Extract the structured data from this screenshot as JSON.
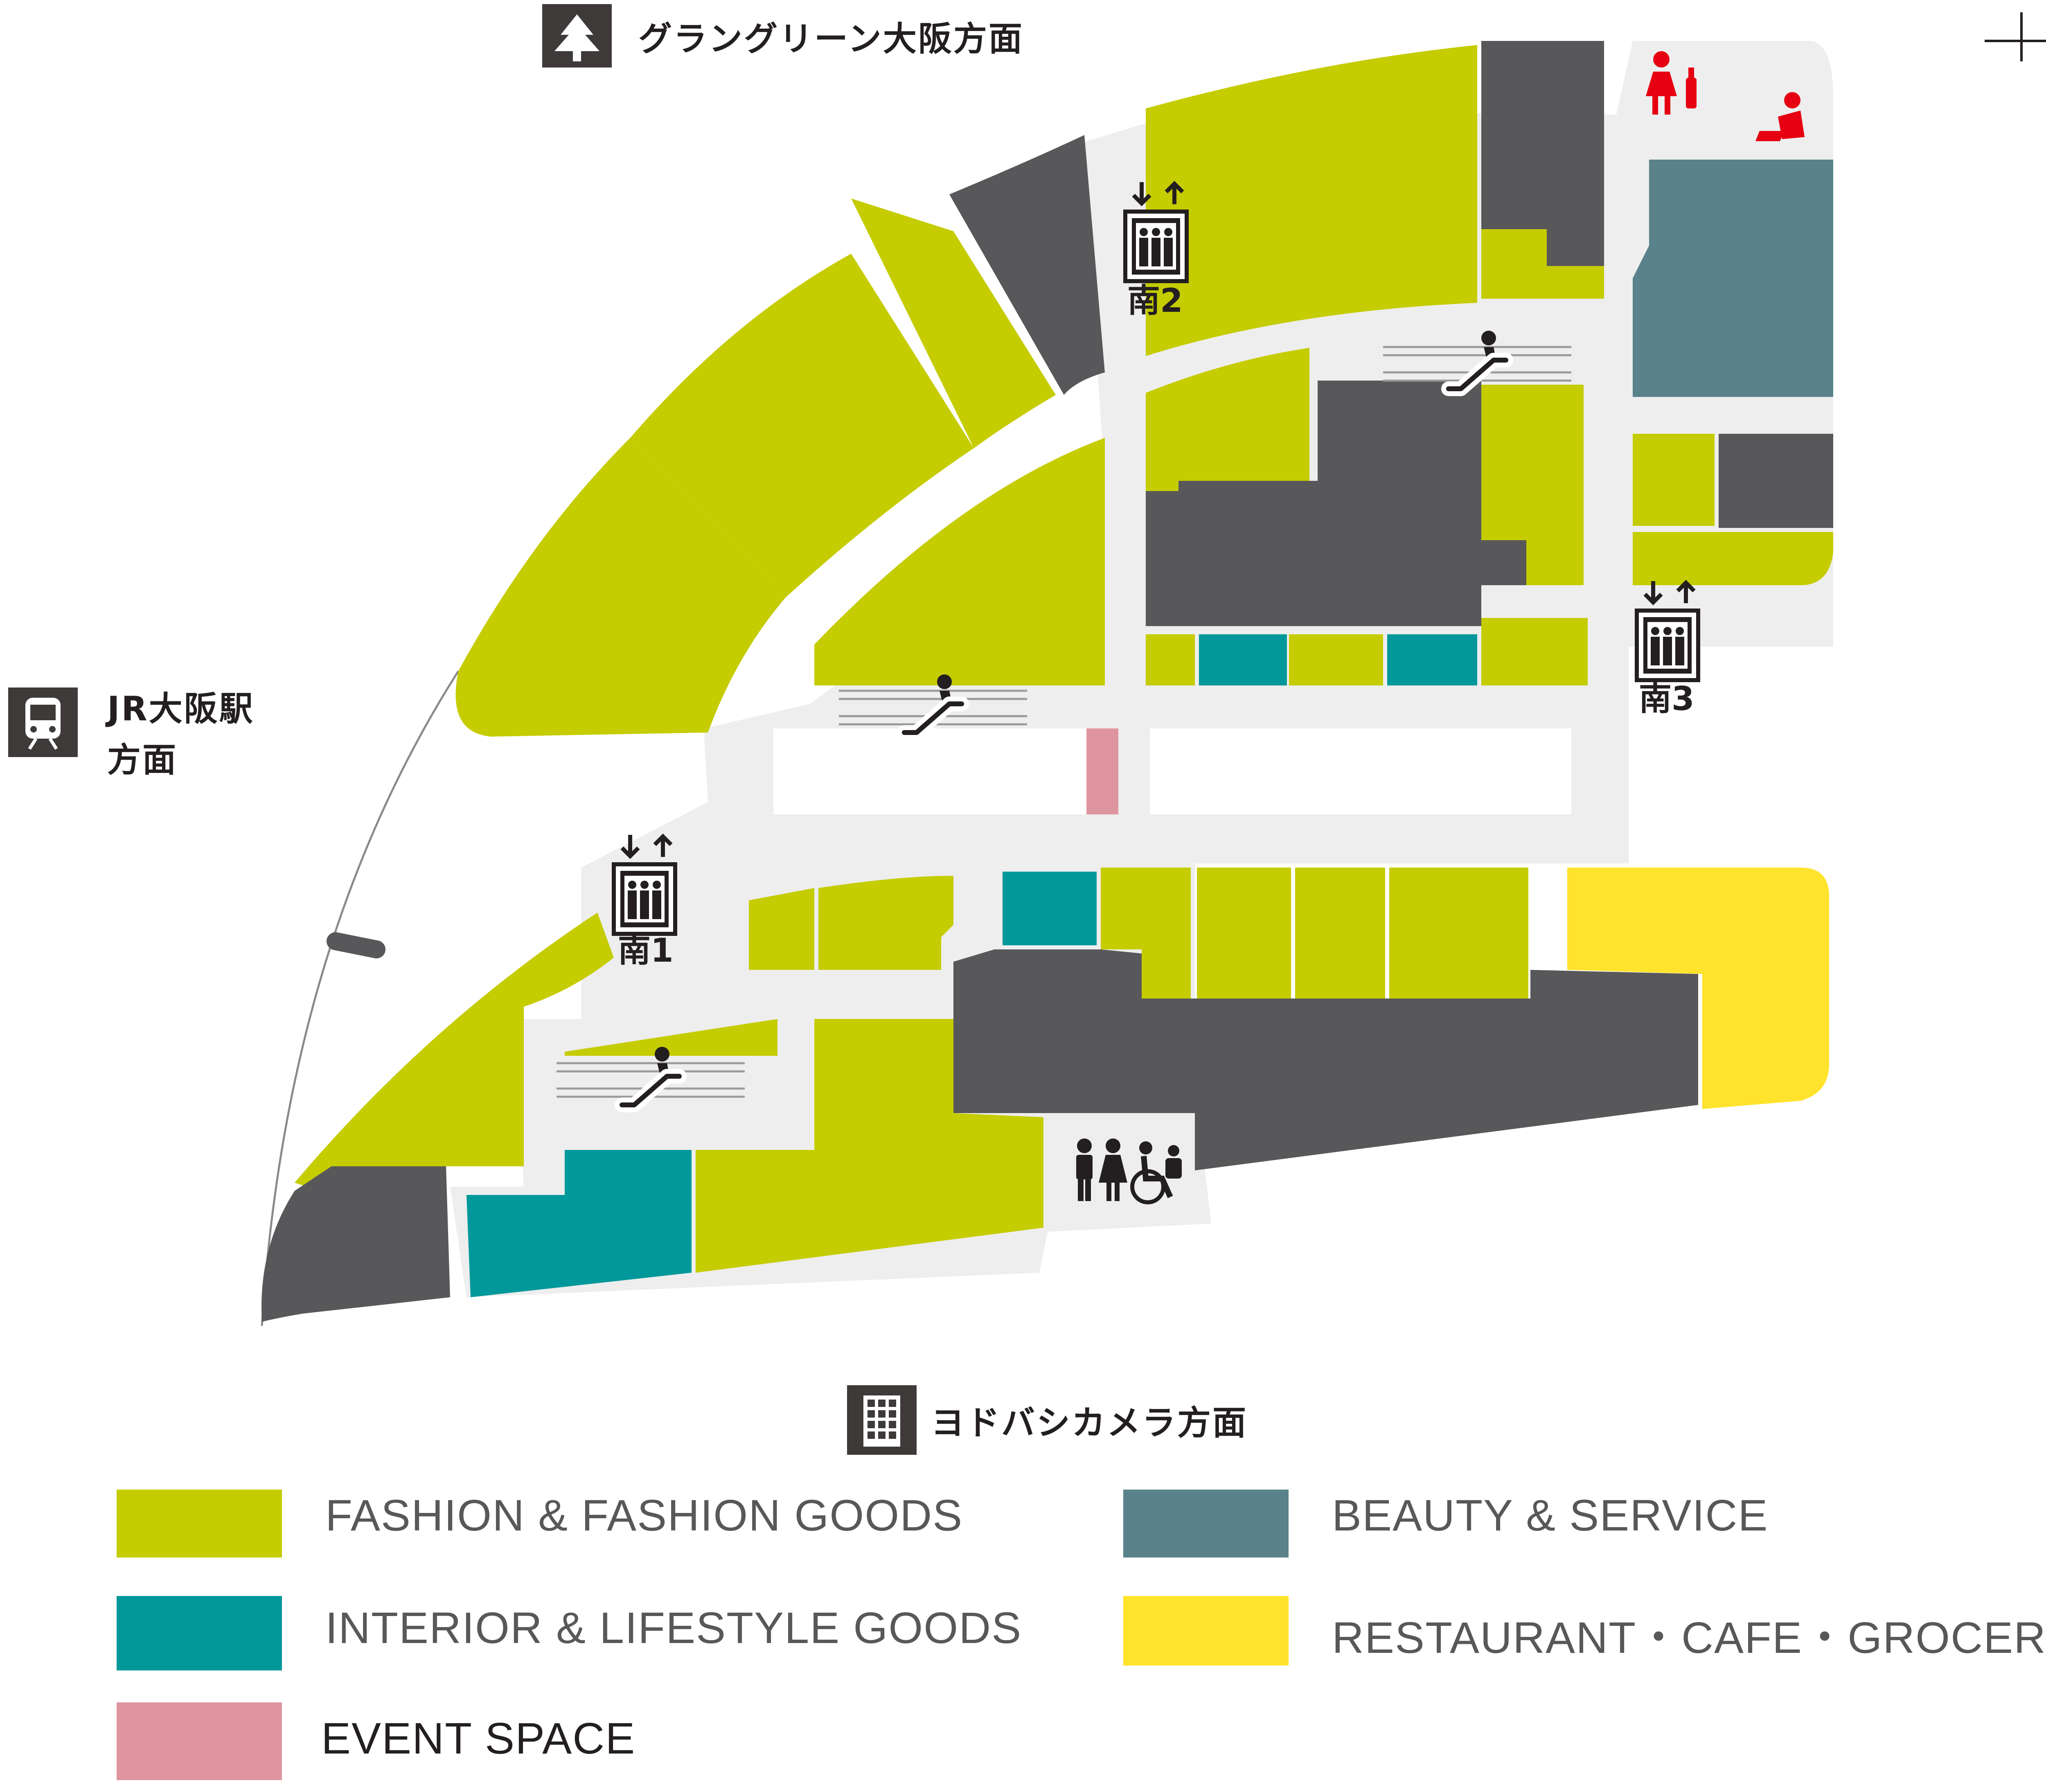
{
  "directions": {
    "north": "グラングリーン大阪方面",
    "west_line1": "JR大阪駅",
    "west_line2": "方面",
    "south": "ヨドバシカメラ方面"
  },
  "facilities": {
    "elevator_1": "南1",
    "elevator_2": "南2",
    "elevator_3": "南3"
  },
  "icons": [
    "tree-icon",
    "train-icon",
    "building-icon",
    "compass-icon",
    "elevator-icon",
    "escalator-icon",
    "restroom-icon",
    "powder-room-icon",
    "nursing-room-icon",
    "accessible-restroom-icon"
  ],
  "legend": [
    {
      "label": "FASHION & FASHION GOODS",
      "color": "#c5cc00"
    },
    {
      "label": "BEAUTY & SERVICE",
      "color": "#5a828a"
    },
    {
      "label": "INTERIOR & LIFESTYLE GOODS",
      "color": "#00989a"
    },
    {
      "label": "RESTAURANT・CAFE・GROCERY",
      "color": "#ffe32c"
    },
    {
      "label": "EVENT SPACE",
      "color": "#df95a0"
    }
  ],
  "colors": {
    "fashion": "#c5cc00",
    "beauty": "#5a828a",
    "interior": "#00989a",
    "restaurant": "#ffe32c",
    "event": "#df95a0",
    "shop_other": "#58585a",
    "corridor": "#eeeeee",
    "amenity": "#e60012",
    "text": "#231f20"
  }
}
